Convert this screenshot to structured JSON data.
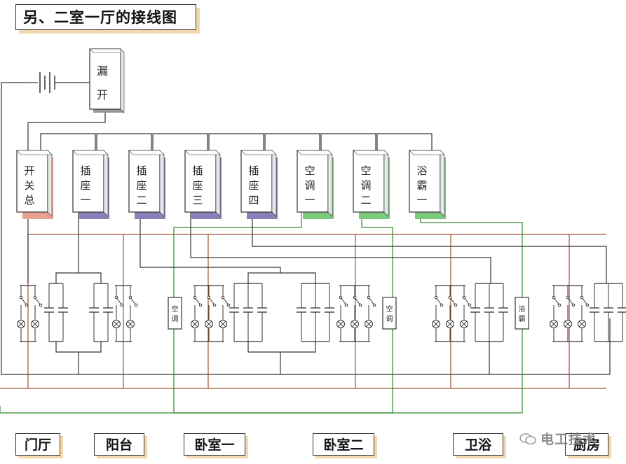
{
  "title": "另、二室一厅的接线图",
  "main_breaker": [
    "漏",
    "开"
  ],
  "breakers": [
    {
      "chars": [
        "开",
        "关",
        "总"
      ],
      "shadow": "#e8a090"
    },
    {
      "chars": [
        "插",
        "座",
        "一"
      ],
      "shadow": "#8880b8"
    },
    {
      "chars": [
        "插",
        "座",
        "二"
      ],
      "shadow": "#8880b8"
    },
    {
      "chars": [
        "插",
        "座",
        "三"
      ],
      "shadow": "#8880b8"
    },
    {
      "chars": [
        "插",
        "座",
        "四"
      ],
      "shadow": "#8880b8"
    },
    {
      "chars": [
        "空",
        "调",
        "一"
      ],
      "shadow": "#7cc87c"
    },
    {
      "chars": [
        "空",
        "调",
        "二"
      ],
      "shadow": "#7cc87c"
    },
    {
      "chars": [
        "浴",
        "霸",
        "一"
      ],
      "shadow": "#7cc87c"
    }
  ],
  "appliances": [
    {
      "chars": [
        "空",
        "调"
      ]
    },
    {
      "chars": [
        "空",
        "调"
      ]
    },
    {
      "chars": [
        "浴",
        "霸"
      ]
    }
  ],
  "rooms": [
    "门厅",
    "阳台",
    "卧室一",
    "卧室二",
    "卫浴",
    "厨房"
  ],
  "watermark": "电工技术",
  "colors": {
    "line": "#333333",
    "brown": "#a0522d",
    "green": "#2e8b2e",
    "shadow": "#f1d9ad"
  }
}
